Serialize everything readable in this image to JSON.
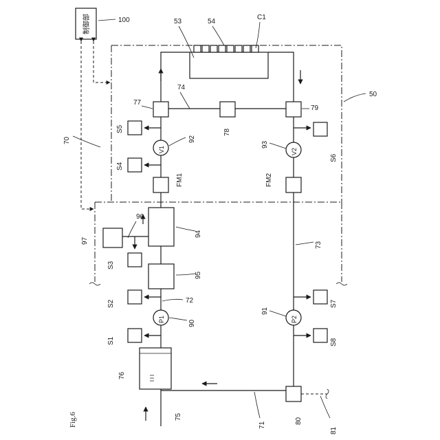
{
  "caption": "Fig.6",
  "controller": {
    "label": "制御部",
    "ref": "100"
  },
  "refs": {
    "r53": "53",
    "r54": "54",
    "c1": "C1",
    "r50": "50",
    "r70": "70",
    "r71": "71",
    "r72": "72",
    "r73": "73",
    "r74": "74",
    "r75": "75",
    "r76": "76",
    "r77": "77",
    "r78": "78",
    "r79": "79",
    "r80": "80",
    "r81": "81",
    "r90": "90",
    "r91": "91",
    "r92": "92",
    "r93": "93",
    "r94": "94",
    "r95": "95",
    "r96": "96",
    "r97": "97"
  },
  "sensors": {
    "s1": "S1",
    "s2": "S2",
    "s3": "S3",
    "s4": "S4",
    "s5": "S5",
    "s6": "S6",
    "s7": "S7",
    "s8": "S8"
  },
  "valves": {
    "v1": "V1",
    "v2": "V2"
  },
  "pumps": {
    "p1": "P1",
    "p2": "P2"
  },
  "flowmeters": {
    "fm1": "FM1",
    "fm2": "FM2"
  }
}
